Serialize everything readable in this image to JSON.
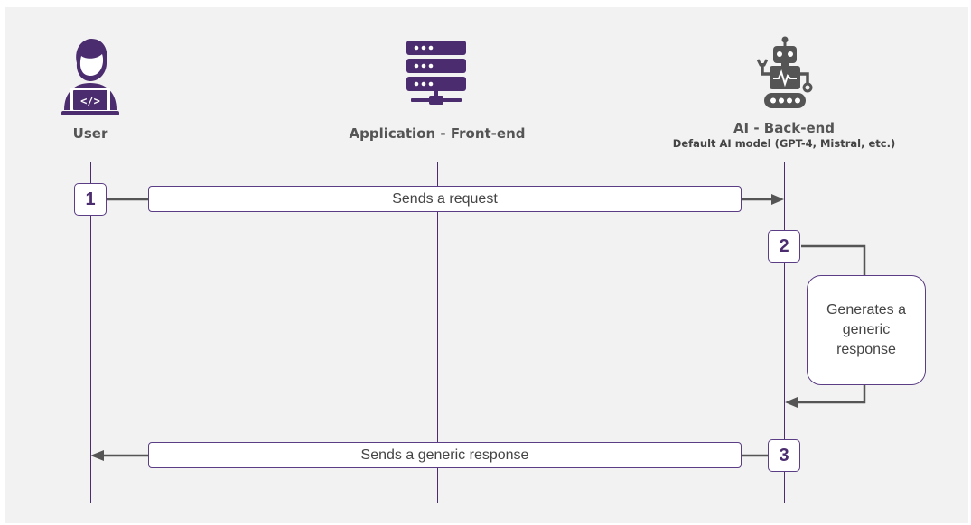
{
  "actors": {
    "user": {
      "label": "User",
      "icon": "user-laptop-icon"
    },
    "frontend": {
      "label": "Application - Front-end",
      "icon": "server-icon"
    },
    "backend": {
      "label": "AI - Back-end",
      "sublabel": "Default AI model (GPT-4, Mistral, etc.)",
      "icon": "robot-icon"
    }
  },
  "steps": [
    {
      "number": "1",
      "message": "Sends a request"
    },
    {
      "number": "2",
      "message": "Generates a generic response"
    },
    {
      "number": "3",
      "message": "Sends a generic response"
    }
  ],
  "colors": {
    "accent": "#4b2c6e",
    "border": "#5a3d84",
    "arrow": "#555555",
    "background": "#f2f2f2"
  }
}
